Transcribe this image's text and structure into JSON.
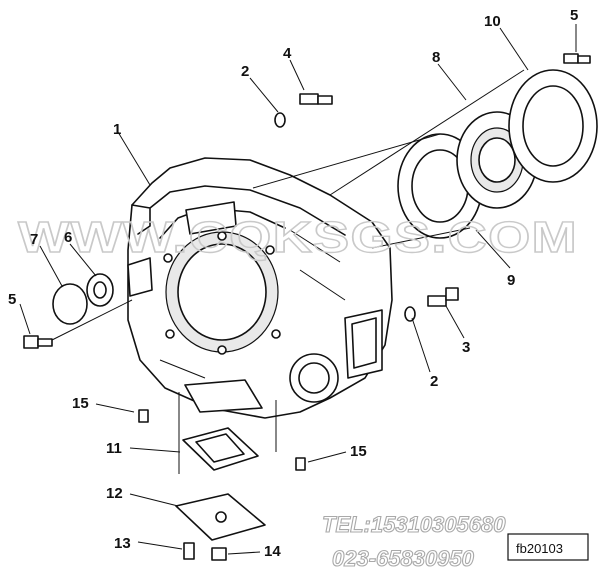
{
  "callouts": {
    "c1": "1",
    "c2a": "2",
    "c2b": "2",
    "c3": "3",
    "c4": "4",
    "c5a": "5",
    "c5b": "5",
    "c6": "6",
    "c7": "7",
    "c8": "8",
    "c9": "9",
    "c10": "10",
    "c11": "11",
    "c12": "12",
    "c13": "13",
    "c14": "14",
    "c15a": "15",
    "c15b": "15"
  },
  "watermark": "WWW.CQKSGS.COM",
  "contact": {
    "tel": "TEL:15310305680",
    "phone": "023-65830950"
  },
  "drawing_code": "fb20103"
}
